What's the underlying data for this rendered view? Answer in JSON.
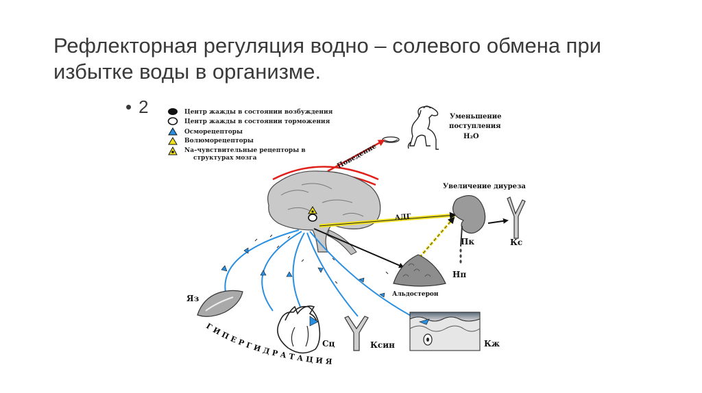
{
  "slide": {
    "title_line1": "Рефлекторная регуляция водно – солевого обмена при",
    "title_line2": "избытке воды в организме.",
    "bullet": "2"
  },
  "legend": [
    {
      "symbol": "filled-circle",
      "text": "Центр жажды в состоянии возбуждения"
    },
    {
      "symbol": "open-circle",
      "text": "Центр жажды в состоянии торможения"
    },
    {
      "symbol": "blue-triangle",
      "text": "Осморецепторы"
    },
    {
      "symbol": "yellow-triangle",
      "text": "Волюморецепторы"
    },
    {
      "symbol": "yellow-triangle-dot",
      "text_line1": "Na–чувствительные рецепторы в",
      "text_line2": "структурах мозга"
    }
  ],
  "labels": {
    "dog_line1": "Уменьшение",
    "dog_line2": "поступления",
    "dog_line3": "H₂O",
    "behavior": "Поведение",
    "diuresis": "Увеличение диуреза",
    "adh": "АДГ",
    "pk": "Пк",
    "ks": "Кс",
    "np": "Нп",
    "aldosterone": "Альдостерон",
    "yaz": "Яз",
    "sc": "Сц",
    "ksin": "Ксин",
    "kzh": "Кж",
    "hyperhydration": "ГИПЕРГИДРАТАЦИЯ"
  },
  "colors": {
    "title": "#3a3a3a",
    "afferent_blue": "#2a8fe0",
    "red_arc": "#e0201a",
    "adh_yellow": "#f0e020",
    "efferent_black": "#111111",
    "organ_gray": "#9a9a9a"
  }
}
